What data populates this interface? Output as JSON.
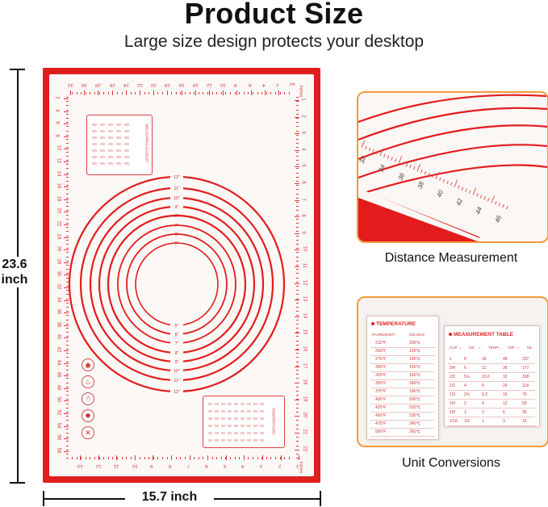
{
  "header": {
    "title": "Product Size",
    "subtitle": "Large size design protects your desktop"
  },
  "dimensions": {
    "height_label": "23.6\ninch",
    "width_label": "15.7 inch"
  },
  "mat": {
    "inches_label": "Inches",
    "cm_label": "cm",
    "measuring_label": "MEASURING GADGET",
    "temperature_label": "TEMPERATURE",
    "inches_numbers": [
      "1",
      "2",
      "3",
      "4",
      "5",
      "6",
      "7",
      "8",
      "9",
      "10",
      "11",
      "12",
      "13",
      "14",
      "15",
      "16",
      "17",
      "18",
      "19",
      "20",
      "21",
      "22"
    ],
    "cm_numbers": [
      "2",
      "4",
      "6",
      "8",
      "10",
      "12",
      "14",
      "16",
      "18",
      "20",
      "22",
      "24",
      "26",
      "28",
      "30",
      "32",
      "34",
      "36",
      "38",
      "40",
      "42",
      "44",
      "46",
      "48",
      "50",
      "52",
      "54",
      "56",
      "58",
      "60"
    ],
    "top_numbers": [
      "32",
      "30",
      "28",
      "26",
      "24",
      "22",
      "20",
      "18",
      "16",
      "14",
      "12",
      "10",
      "8",
      "6",
      "4",
      "2"
    ],
    "bottom_numbers": [
      "13",
      "12",
      "11",
      "10",
      "9",
      "8",
      "7",
      "6",
      "5",
      "4",
      "3",
      "2",
      "1"
    ],
    "circle_labels": [
      "12\"",
      "11\"",
      "10\"",
      "9\"",
      "8\"",
      "7\"",
      "6\"",
      "5\""
    ]
  },
  "panels": {
    "distance_caption": "Distance Measurement",
    "unit_caption": "Unit Conversions",
    "distance_numbers": [
      "32",
      "34",
      "36",
      "38",
      "40",
      "42",
      "44",
      "46"
    ]
  },
  "temperature_table": {
    "title": "TEMPERATURE",
    "headers": [
      "FAHRENHEIT",
      "CELSIUS"
    ],
    "rows": [
      [
        "212℉",
        "100℃"
      ],
      [
        "250℉",
        "120℃"
      ],
      [
        "275℉",
        "140℃"
      ],
      [
        "300℉",
        "150℃"
      ],
      [
        "325℉",
        "160℃"
      ],
      [
        "350℉",
        "180℃"
      ],
      [
        "375℉",
        "190℃"
      ],
      [
        "400℉",
        "200℃"
      ],
      [
        "425℉",
        "220℃"
      ],
      [
        "450℉",
        "230℃"
      ],
      [
        "475℉",
        "240℃"
      ],
      [
        "500℉",
        "260℃"
      ]
    ]
  },
  "measurement_table": {
    "title": "MEASUREMENT TABLE",
    "headers": [
      "CUP",
      "=",
      "OZ",
      "=",
      "TBSP",
      "=",
      "TSP",
      "=",
      "ML"
    ],
    "rows": [
      [
        "1",
        "8",
        "16",
        "48",
        "237"
      ],
      [
        "3/4",
        "6",
        "12",
        "36",
        "177"
      ],
      [
        "2/3",
        "5⅓",
        "10.6",
        "32",
        "158"
      ],
      [
        "1/2",
        "4",
        "8",
        "24",
        "118"
      ],
      [
        "1/3",
        "2⅔",
        "5.3",
        "16",
        "79"
      ],
      [
        "1/4",
        "2",
        "4",
        "12",
        "59"
      ],
      [
        "1/8",
        "1",
        "2",
        "6",
        "30"
      ],
      [
        "1/16",
        "1/2",
        "1",
        "3",
        "15"
      ]
    ]
  },
  "colors": {
    "accent_red": "#e01e1e",
    "panel_border": "#f39a3c",
    "mat_bg": "#fbf8f6"
  }
}
